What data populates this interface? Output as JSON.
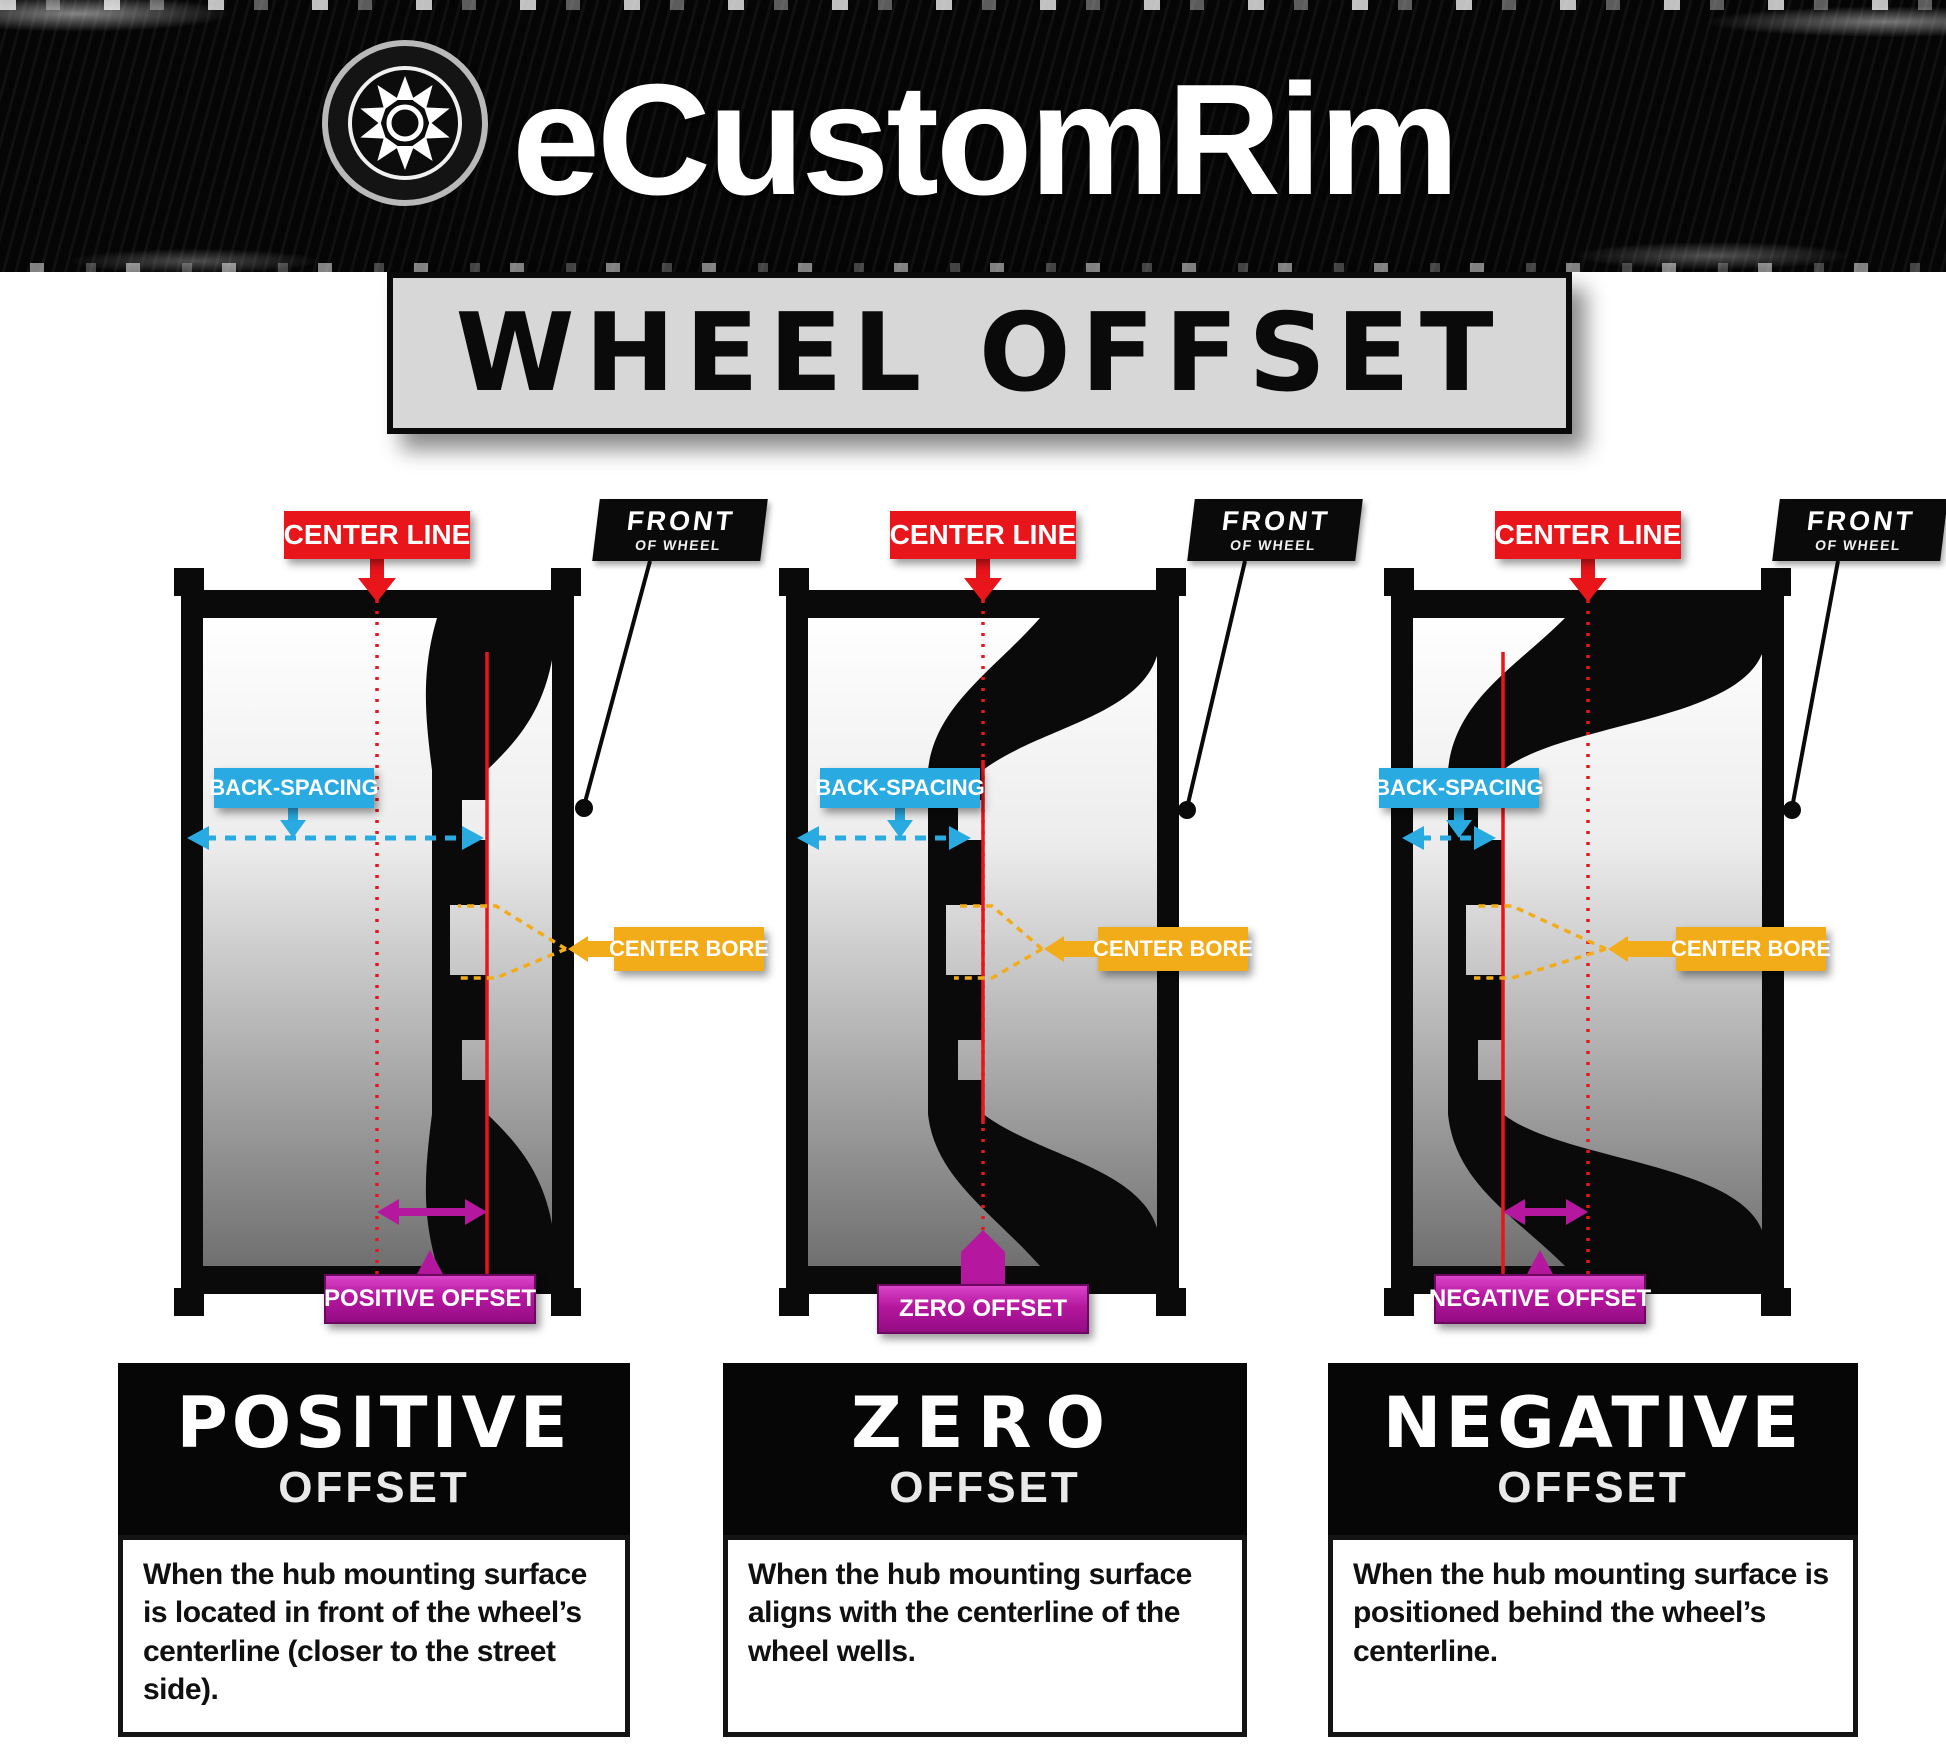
{
  "brand": "eCustomRim",
  "title": "WHEEL OFFSET",
  "labels": {
    "center_line": "CENTER LINE",
    "front": "FRONT",
    "of_wheel": "OF WHEEL",
    "back_spacing": "BACK-SPACING",
    "center_bore": "CENTER BORE"
  },
  "panels": [
    {
      "id": "positive",
      "offset_label": "POSITIVE OFFSET",
      "card_title": "POSITIVE",
      "card_subtitle": "OFFSET",
      "description": "When the hub mounting surface is located in front of the wheel’s centerline (closer to the street side)."
    },
    {
      "id": "zero",
      "offset_label": "ZERO OFFSET",
      "card_title": "ZERO",
      "card_subtitle": "OFFSET",
      "description": "When the hub mounting surface aligns with the centerline of the wheel wells."
    },
    {
      "id": "negative",
      "offset_label": "NEGATIVE OFFSET",
      "card_title": "NEGATIVE",
      "card_subtitle": "OFFSET",
      "description": "When the hub mounting surface is positioned behind the wheel’s centerline."
    }
  ],
  "colors": {
    "red": "#e8151b",
    "cyan": "#29abe2",
    "yellow": "#f3ac19",
    "magenta": "#b5179e",
    "black": "#050505"
  }
}
